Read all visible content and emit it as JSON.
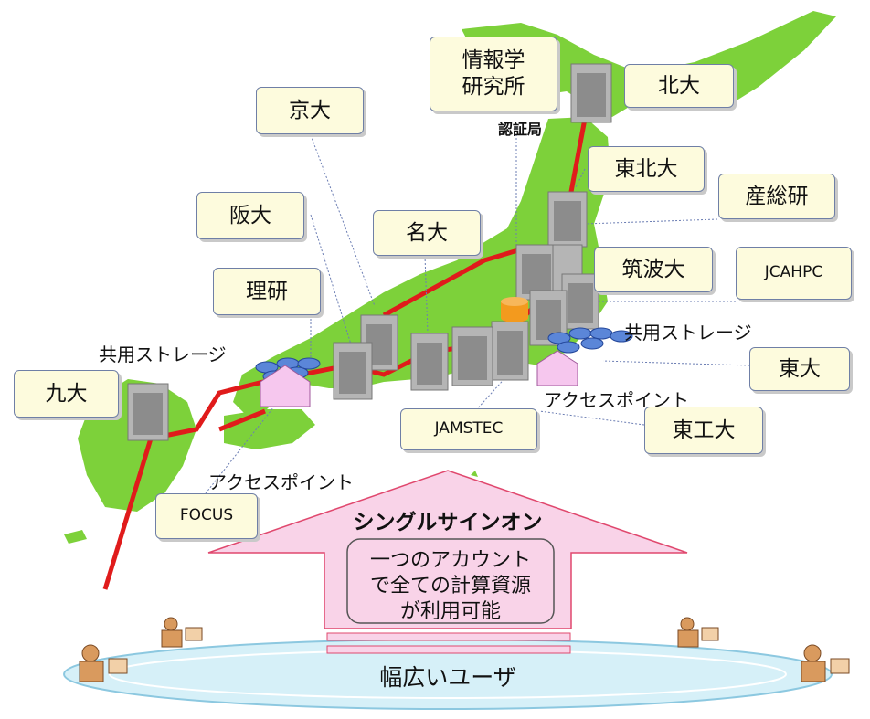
{
  "institutions": {
    "nii": "情報学\n研究所",
    "hokudai": "北大",
    "tohoku": "東北大",
    "aist": "産総研",
    "tsukuba": "筑波大",
    "jcahpc": "JCAHPC",
    "todai": "東大",
    "titech": "東工大",
    "jamstec": "JAMSTEC",
    "nagoya": "名大",
    "kyodai": "京大",
    "handai": "阪大",
    "riken": "理研",
    "kyushu": "九大",
    "focus": "FOCUS"
  },
  "labels": {
    "ninsho": "認証局",
    "storage_east": "共用ストレージ",
    "storage_west": "共用ストレージ",
    "access_east": "アクセスポイント",
    "access_west": "アクセスポイント"
  },
  "arrow": {
    "title": "シングルサインオン",
    "line1": "一つのアカウント",
    "line2": "で全ての計算資源",
    "line3": "が利用可能"
  },
  "users": {
    "caption": "幅広いユーザ"
  },
  "colors": {
    "map": "#7dd13a",
    "network": "#e01b1b",
    "box_fill": "#fdfbdd",
    "arrow_fill": "#f9d3e8",
    "ellipse": "#d6f0f8"
  }
}
